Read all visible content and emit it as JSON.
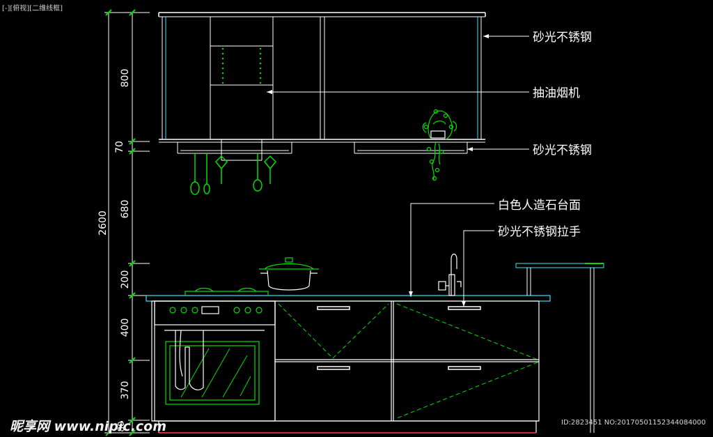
{
  "viewport_label": "[-][俯视][二维线框]",
  "callouts": [
    {
      "id": "upper-cabinet",
      "text": "砂光不锈钢"
    },
    {
      "id": "range-hood",
      "text": "抽油烟机"
    },
    {
      "id": "hanging-rail",
      "text": "砂光不锈钢"
    },
    {
      "id": "countertop",
      "text": "白色人造石台面"
    },
    {
      "id": "handle",
      "text": "砂光不锈钢拉手"
    }
  ],
  "dimensions": {
    "total": "2600",
    "segments": [
      "800",
      "70",
      "680",
      "200",
      "400",
      "370",
      "80"
    ]
  },
  "watermark": {
    "left": "昵享网 www.nipic.com",
    "right": "ID:2823451 NO:20170501152344084000"
  },
  "colors": {
    "background": "#000000",
    "cabinet_line": "#ffffff",
    "accent_green": "#00e000",
    "leader_cyan": "#33e6ff",
    "floor_red": "#ff2020"
  }
}
